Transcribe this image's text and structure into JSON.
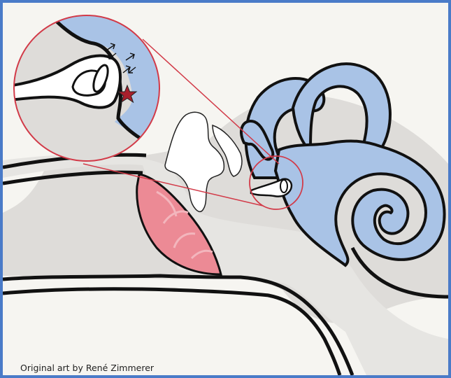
{
  "credit": "Original art by René Zimmerer",
  "colors": {
    "frame_border": "#4a7bc8",
    "paper": "#f6f5f1",
    "bone_gray": "#dedcd9",
    "inner_ear_blue": "#a9c3e6",
    "outline": "#111111",
    "eardrum_pink": "#ec8a95",
    "zoom_lines": "#d23a48",
    "star_marker": "#a8202c"
  },
  "icons": {
    "marker": "star",
    "arrows": "pressure-arrows"
  }
}
